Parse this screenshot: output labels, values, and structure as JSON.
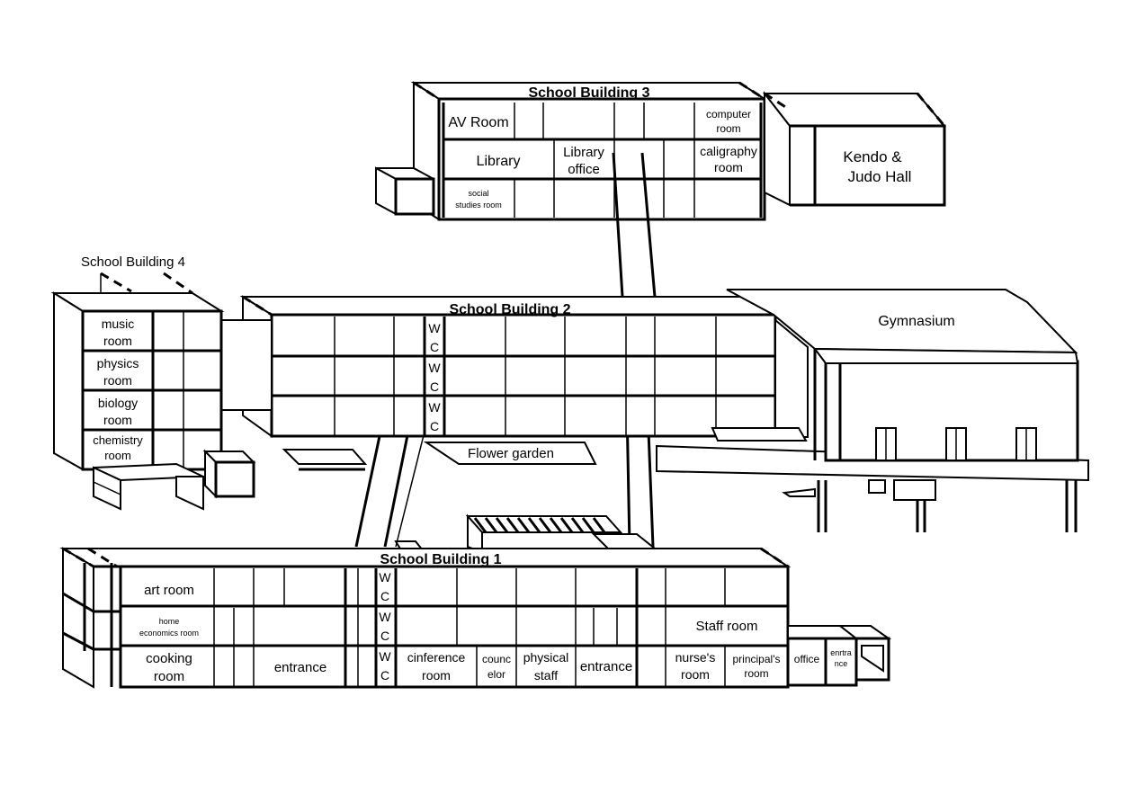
{
  "buildings": {
    "school_building_1": "School Building 1",
    "school_building_2": "School Building 2",
    "school_building_3": "School Building 3",
    "school_building_4": "School Building 4",
    "kendo_hall": [
      "Kendo &",
      "Judo Hall"
    ],
    "gymnasium": "Gymnasium"
  },
  "building3_rooms": {
    "av_room": "AV Room",
    "computer_room": [
      "computer",
      "room"
    ],
    "library": "Library",
    "library_office": [
      "Library",
      "office"
    ],
    "caligraphy_room": [
      "caligraphy",
      "room"
    ],
    "social_studies_room": [
      "social",
      "studies room"
    ]
  },
  "building4_rooms": {
    "music_room": [
      "music",
      "room"
    ],
    "physics_room": [
      "physics",
      "room"
    ],
    "biology_room": [
      "biology",
      "room"
    ],
    "chemistry_room": [
      "chemistry",
      "room"
    ]
  },
  "building2": {
    "wc": [
      "W",
      "C",
      "W",
      "C",
      "W",
      "C"
    ],
    "flower_garden": "Flower garden"
  },
  "building1_rooms": {
    "art_room": "art room",
    "home_economics_room": [
      "home",
      "economics room"
    ],
    "cooking_room": [
      "cooking",
      "room"
    ],
    "entrance_left": "entrance",
    "wc": [
      "W",
      "C",
      "W",
      "C",
      "W",
      "C"
    ],
    "conference_room": [
      "cinference",
      "room"
    ],
    "councelor": [
      "counc",
      "elor"
    ],
    "physical_staff": [
      "physical",
      "staff"
    ],
    "entrance_middle": "entrance",
    "staff_room": "Staff room",
    "nurses_room": [
      "nurse's",
      "room"
    ],
    "principals_room": [
      "principal's",
      "room"
    ],
    "office": "office",
    "entrance_right": [
      "enrtra",
      "nce"
    ]
  },
  "colors": {
    "line": "#000000",
    "background": "#ffffff"
  }
}
